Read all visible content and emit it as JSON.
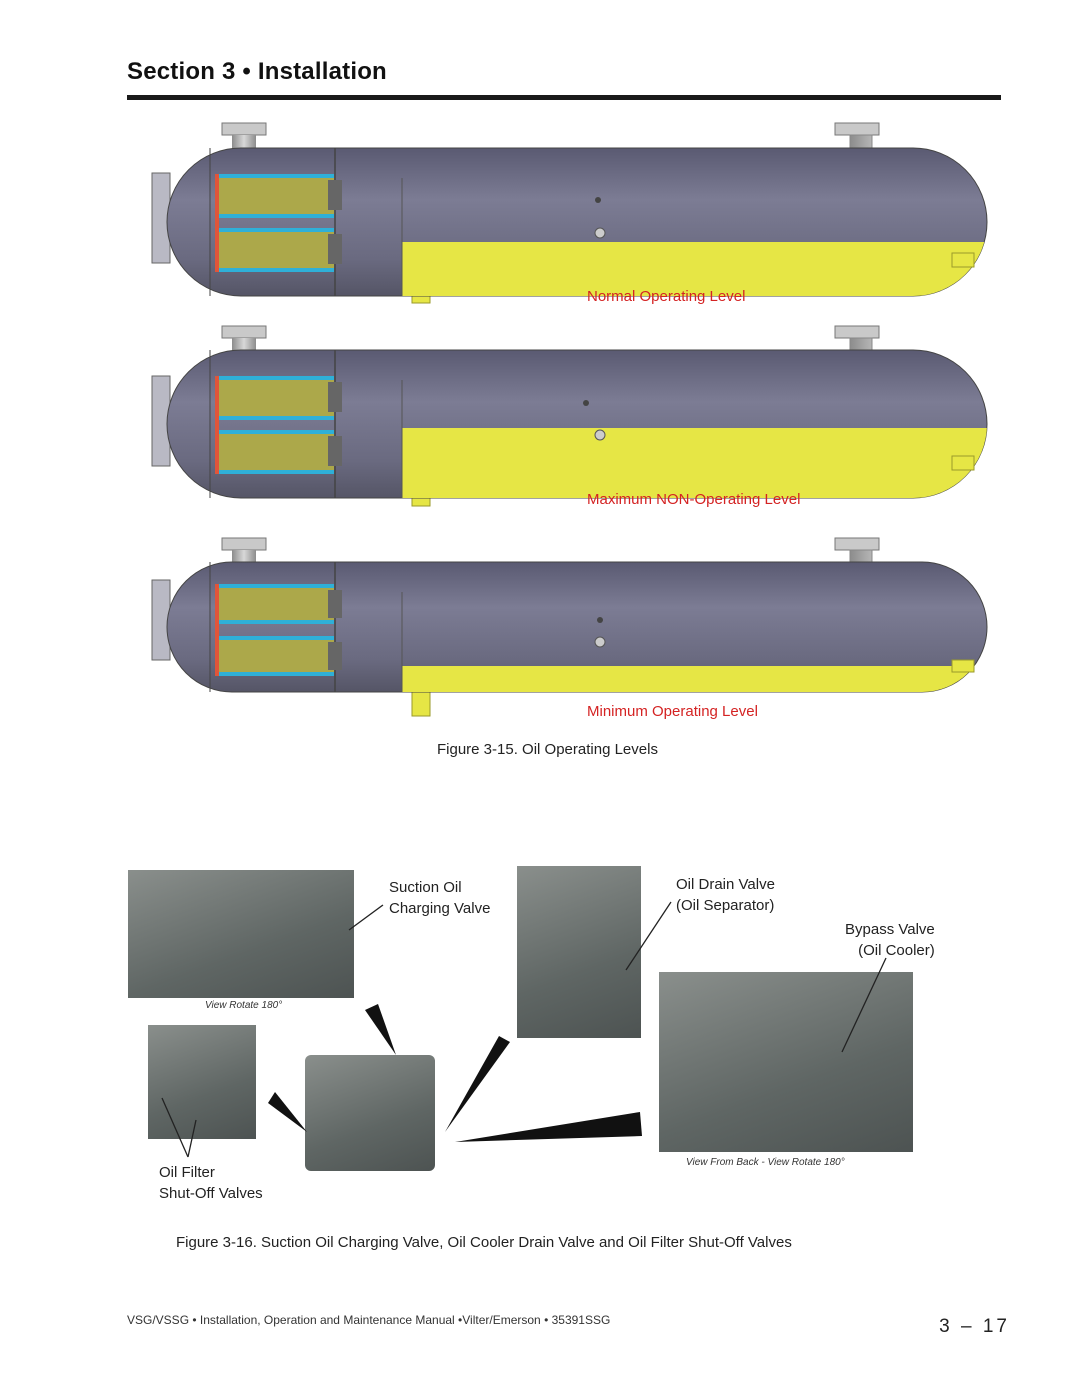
{
  "header": {
    "section_title": "Section 3 • Installation"
  },
  "figure_15": {
    "levels": [
      {
        "label": "Normal Operating Level",
        "fill_fraction": 0.38
      },
      {
        "label": "Maximum NON-Operating Level",
        "fill_fraction": 0.47
      },
      {
        "label": "Minimum Operating Level",
        "fill_fraction": 0.15
      }
    ],
    "caption": "Figure 3-15. Oil Operating Levels"
  },
  "figure_16": {
    "callouts": {
      "suction_oil_line1": "Suction Oil",
      "suction_oil_line2": "Charging Valve",
      "oil_drain_line1": "Oil Drain Valve",
      "oil_drain_line2": "(Oil Separator)",
      "bypass_line1": "Bypass Valve",
      "bypass_line2": "(Oil Cooler)",
      "oil_filter_line1": "Oil Filter",
      "oil_filter_line2": "Shut-Off Valves"
    },
    "view_labels": {
      "view_rotate": "View Rotate 180°",
      "view_from_back": "View From Back - View Rotate 180°"
    },
    "caption": "Figure 3-16. Suction Oil Charging Valve, Oil Cooler Drain Valve and Oil Filter Shut-Off Valves"
  },
  "footer": {
    "text": "VSG/VSSG • Installation, Operation and Maintenance Manual •Vilter/Emerson • 35391SSG",
    "page_number": "3 – 17"
  },
  "colors": {
    "vessel": "#6f6f86",
    "oil": "#e6e645",
    "label_red": "#d42323",
    "tube_bundle": "#2fb0d8"
  }
}
